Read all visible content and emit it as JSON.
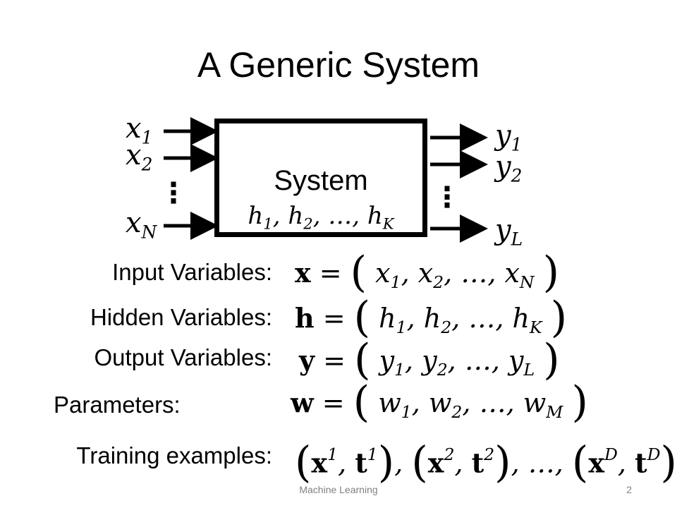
{
  "slide": {
    "title": "A Generic System",
    "system_label": "System",
    "hidden_list": "h1, h2, …, hK",
    "inputs": [
      {
        "name": "x",
        "sub": "1"
      },
      {
        "name": "x",
        "sub": "2"
      },
      {
        "name": "x",
        "sub": "N"
      }
    ],
    "outputs": [
      {
        "name": "y",
        "sub": "1"
      },
      {
        "name": "y",
        "sub": "2"
      },
      {
        "name": "y",
        "sub": "L"
      }
    ],
    "ellipsis": "⋮",
    "rows": [
      {
        "label": "Input Variables:",
        "equation": "x = (x1, x2, …, xN)"
      },
      {
        "label": "Hidden Variables:",
        "equation": "h = (h1, h2, …, hK)"
      },
      {
        "label": "Output Variables:",
        "equation": "y = (y1, y2, …, yL)"
      },
      {
        "label": "Parameters:",
        "equation": "w = (w1, w2, …, wM)"
      },
      {
        "label": "Training examples:",
        "equation": "(x1, t1), (x2, t2), …, (xD, tD)"
      }
    ],
    "footer": {
      "center": "Machine Learning",
      "page": "2"
    }
  }
}
